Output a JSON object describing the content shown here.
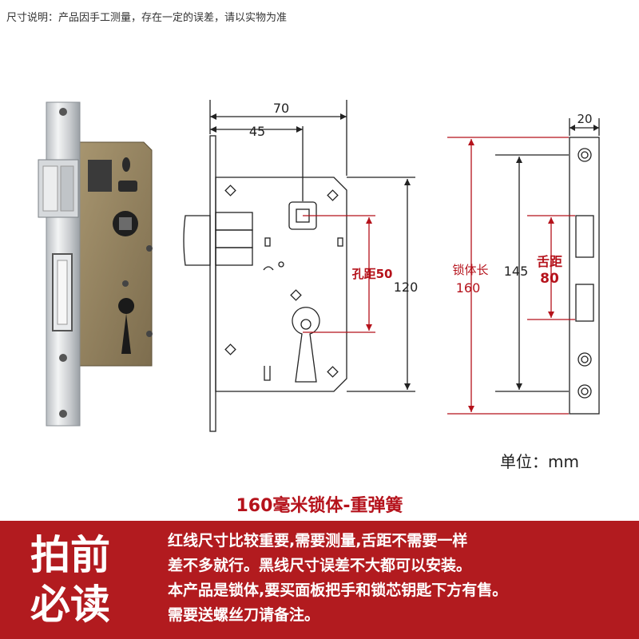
{
  "header_note": "尺寸说明：产品因手工测量，存在一定的误差，请以实物为准",
  "front_view": {
    "dim_width": "70",
    "dim_hole_offset": "45",
    "dim_height": "120",
    "dim_hole_distance": "孔距50"
  },
  "side_view": {
    "dim_thickness": "20",
    "dim_body_length_label": "锁体长",
    "dim_body_length_value": "160",
    "dim_screw_distance": "145",
    "dim_latch_distance_label": "舌距",
    "dim_latch_distance_value": "80"
  },
  "unit_label": "单位：mm",
  "product_title": "160毫米锁体-重弹簧",
  "banner": {
    "headline_line1": "拍前",
    "headline_line2": "必读",
    "lines": [
      "红线尺寸比较重要,需要测量,舌距不需要一样",
      "差不多就行。黑线尺寸误差不大都可以安装。",
      "本产品是锁体,要买面板把手和锁芯钥匙下方有售。",
      "需要送螺丝刀请备注。"
    ]
  },
  "colors": {
    "red_dimension": "#b5121b",
    "banner_red": "#b21b1f",
    "lock_body_bronze": "#8f7f5e"
  }
}
